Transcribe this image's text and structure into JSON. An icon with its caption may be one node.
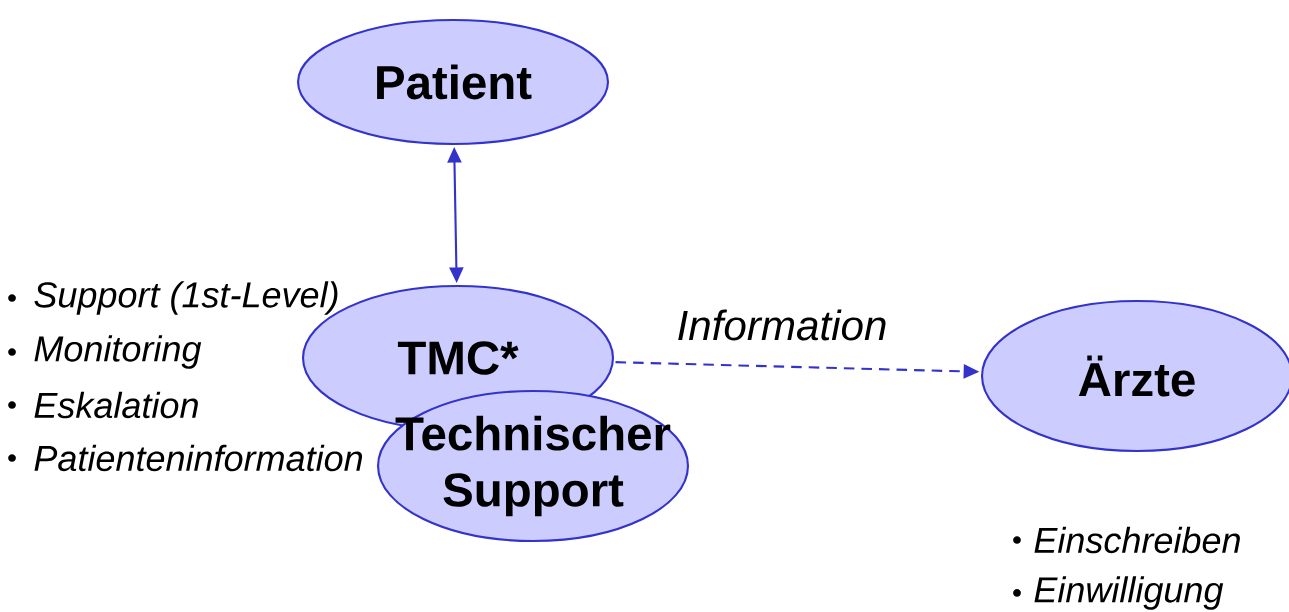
{
  "diagram": {
    "nodes": [
      {
        "text": [
          "Patient"
        ]
      },
      {
        "text": [
          "TMC*"
        ]
      },
      {
        "text": [
          "Technischer Support"
        ]
      },
      {
        "text": [
          "Ärzte"
        ]
      }
    ],
    "edges": [
      {
        "from": 0,
        "to": 1,
        "arrow": "both"
      },
      {
        "from": 1,
        "to": 3,
        "arrow": "to",
        "label": "Information",
        "style": "dashed"
      }
    ],
    "labels": [
      "Support (1st-Level)",
      "Monitoring",
      "Eskalation",
      "Patienteninformation",
      "Einschreiben",
      "Einwilligung"
    ]
  }
}
